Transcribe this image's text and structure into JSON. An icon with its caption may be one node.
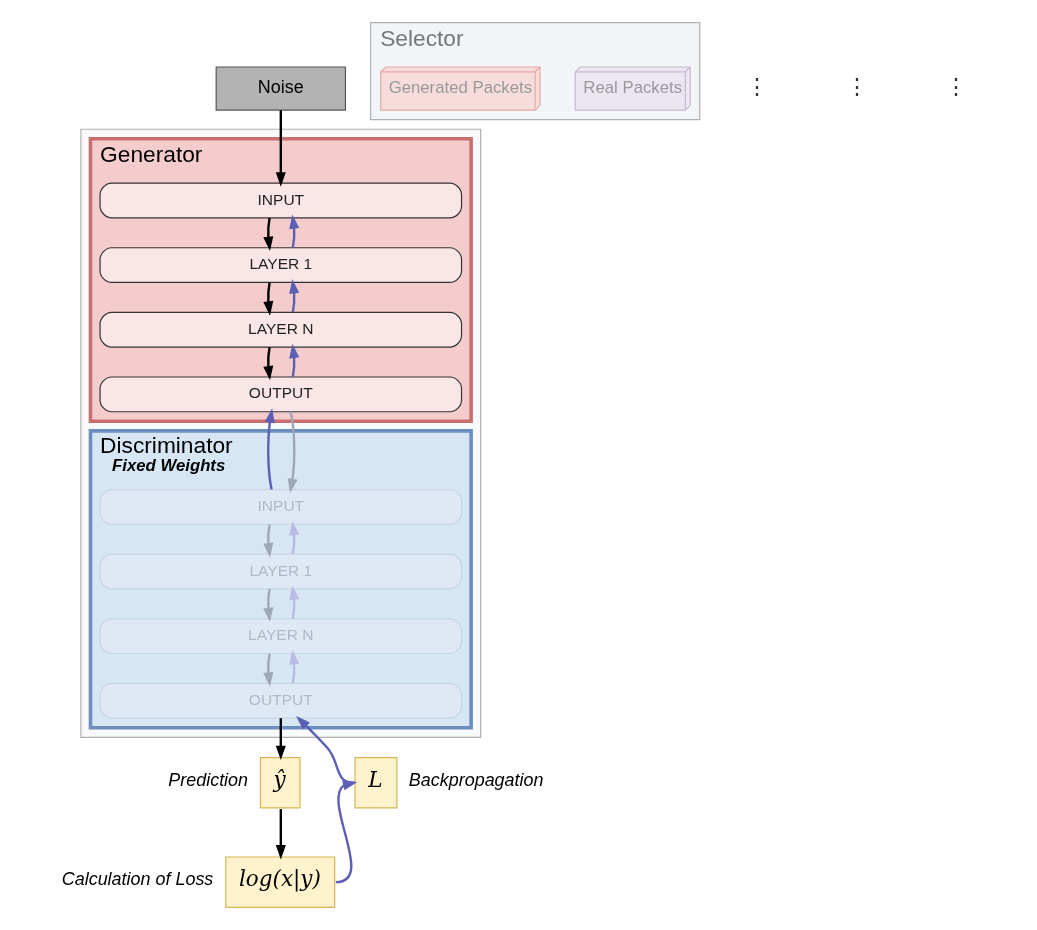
{
  "diagram": {
    "nodes": [
      {
        "text": [
          "Noise"
        ]
      },
      {
        "text": [],
        "shape": "box"
      },
      {
        "text": [
          "Generator"
        ],
        "in": 1
      },
      {
        "text": [
          "INPUT"
        ],
        "in": 2
      },
      {
        "text": [
          "LAYER 1"
        ],
        "in": 2
      },
      {
        "text": [
          "LAYER N"
        ],
        "in": 2
      },
      {
        "text": [
          "OUTPUT"
        ],
        "in": 2
      },
      {
        "text": [
          "Discriminator",
          "Fixed Weights"
        ],
        "in": 1
      },
      {
        "text": [
          "INPUT"
        ],
        "in": 7
      },
      {
        "text": [
          "LAYER 1"
        ],
        "in": 7
      },
      {
        "text": [
          "LAYER N"
        ],
        "in": 7
      },
      {
        "text": [
          "OUTPUT"
        ],
        "in": 7
      },
      {
        "text": [
          "ŷ"
        ],
        "beside": [
          "Prediction"
        ]
      },
      {
        "text": [
          "L"
        ],
        "beside": [
          "Backpropagation"
        ]
      },
      {
        "text": [
          "log(x|y)"
        ],
        "beside": [
          "Calculation of Loss"
        ]
      },
      {
        "text": [
          "Selector"
        ]
      },
      {
        "text": [
          "Real Packets"
        ],
        "in": 15
      },
      {
        "text": [
          "Generated Packets"
        ],
        "in": 15
      }
    ],
    "edges": [
      {
        "from": 0,
        "to": 3,
        "arrow": "to"
      },
      {
        "from": 3,
        "to": 4,
        "arrow": "to"
      },
      {
        "from": 4,
        "to": 5,
        "arrow": "to"
      },
      {
        "from": 5,
        "to": 6,
        "arrow": "to"
      },
      {
        "from": 6,
        "to": 8,
        "arrow": "to",
        "color": "#a0a8b8"
      },
      {
        "from": 8,
        "to": 9,
        "arrow": "to",
        "color": "#a0a8b8"
      },
      {
        "from": 9,
        "to": 10,
        "arrow": "to",
        "color": "#a0a8b8"
      },
      {
        "from": 10,
        "to": 11,
        "arrow": "to",
        "color": "#a0a8b8"
      },
      {
        "from": 11,
        "to": 12,
        "arrow": "to"
      },
      {
        "from": 12,
        "to": 14,
        "arrow": "to"
      },
      {
        "from": 14,
        "to": 13,
        "arrow": "to",
        "color": "#5b5fb5"
      },
      {
        "from": 13,
        "to": 11,
        "arrow": "to",
        "color": "#5b5fb5"
      },
      {
        "from": 11,
        "to": 10,
        "arrow": "to",
        "color": "#b8bce0"
      },
      {
        "from": 10,
        "to": 9,
        "arrow": "to",
        "color": "#b8bce0"
      },
      {
        "from": 9,
        "to": 8,
        "arrow": "to",
        "color": "#b8bce0"
      },
      {
        "from": 8,
        "to": 6,
        "arrow": "to",
        "color": "#5b5fb5"
      },
      {
        "from": 6,
        "to": 5,
        "arrow": "to",
        "color": "#5b5fb5"
      },
      {
        "from": 5,
        "to": 4,
        "arrow": "to",
        "color": "#5b5fb5"
      },
      {
        "from": 4,
        "to": 3,
        "arrow": "to",
        "color": "#5b5fb5"
      }
    ],
    "labels": [
      "⋮",
      "⋮",
      "⋮"
    ]
  }
}
